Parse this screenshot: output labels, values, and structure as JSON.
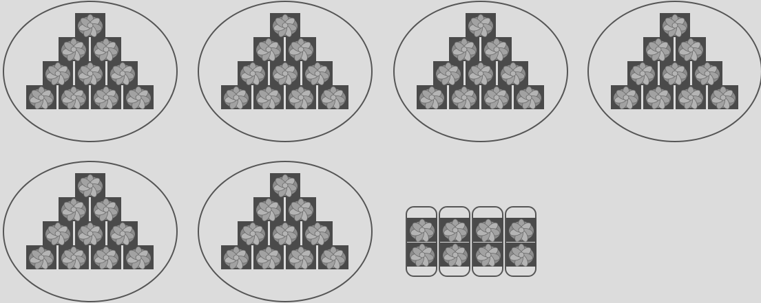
{
  "picture": {
    "object_icon": "meringue-cookie-icon",
    "colors": {
      "background": "#dcdcdc",
      "outline": "#555555",
      "tile_dark": "#4a4a4a",
      "cookie_light": "#b4b4b4",
      "cookie_mid": "#8c8c8c",
      "cookie_shadow": "#6a6a6a"
    },
    "large_groups": {
      "count": 6,
      "rows_per_group": [
        1,
        2,
        3,
        4
      ],
      "items_per_group": 10
    },
    "small_groups": {
      "count": 4,
      "items_per_group": 2
    }
  }
}
